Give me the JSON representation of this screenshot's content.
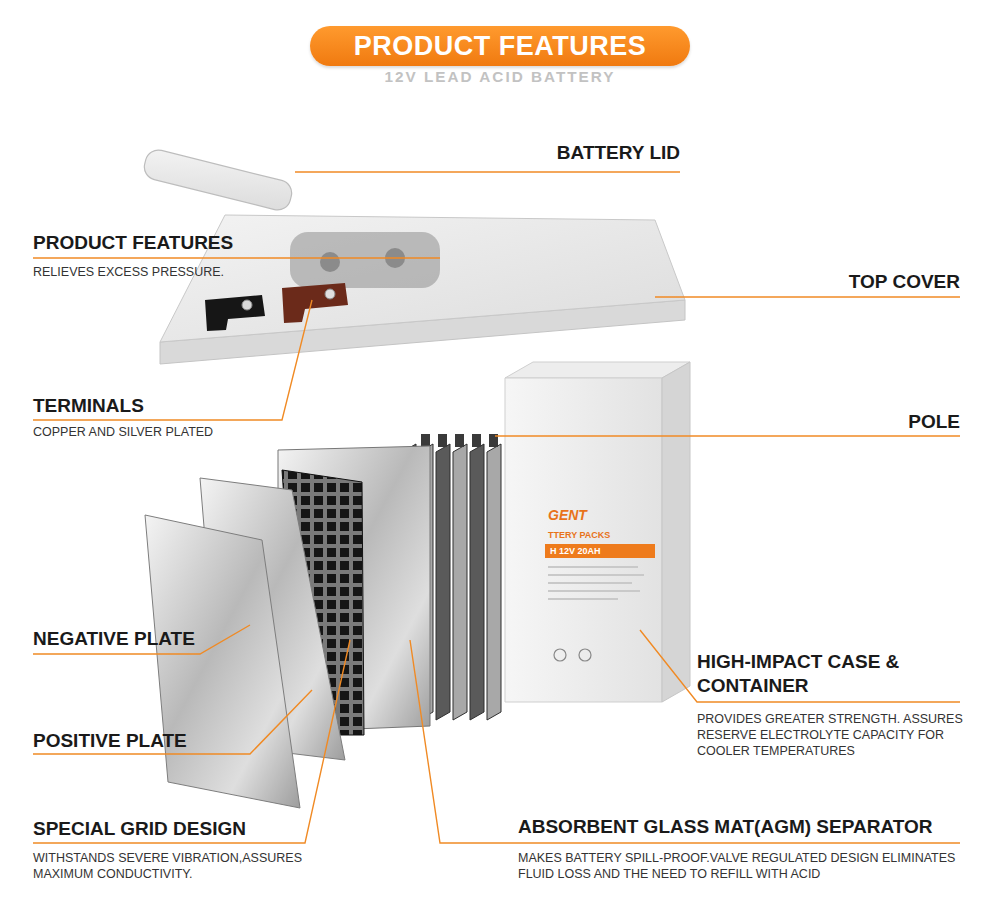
{
  "diagram": {
    "title": "PRODUCT FEATURES",
    "labels": [
      "12V LEAD ACID BATTERY",
      "BATTERY LID",
      "PRODUCT FEATURES",
      "RELIEVES EXCESS PRESSURE.",
      "TOP COVER",
      "TERMINALS",
      "COPPER AND SILVER PLATED",
      "POLE",
      "GENT",
      "TTERY PACKS",
      "H 12V 20AH",
      "NEGATIVE PLATE",
      "HIGH-IMPACT CASE & CONTAINER",
      "PROVIDES GREATER STRENGTH. ASSURES RESERVE ELECTROLYTE CAPACITY FOR COOLER TEMPERATURES",
      "POSITIVE PLATE",
      "SPECIAL GRID DESIGN",
      "WITHSTANDS SEVERE VIBRATION,ASSURES MAXIMUM CONDUCTIVITY.",
      "ABSORBENT GLASS MAT(AGM) SEPARATOR",
      "MAKES BATTERY SPILL-PROOF.VALVE REGULATED DESIGN ELIMINATES FLUID LOSS AND THE NEED TO REFILL WITH ACID"
    ]
  }
}
